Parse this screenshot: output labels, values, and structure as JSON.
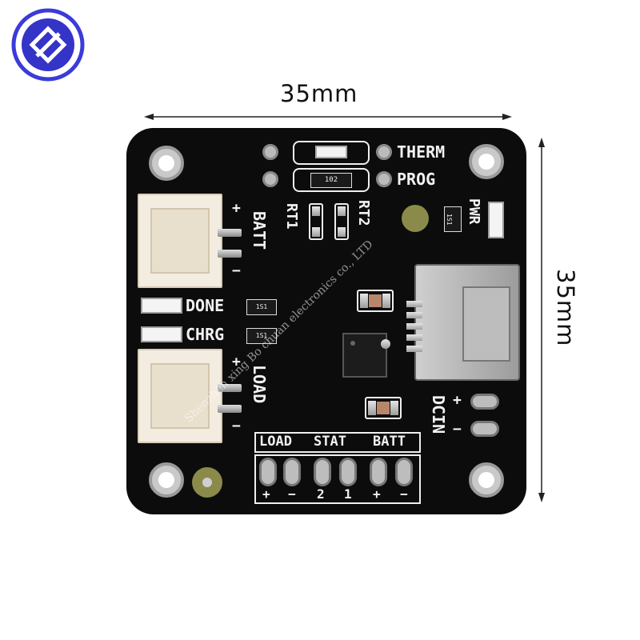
{
  "logo": {
    "name": "logo-badge"
  },
  "dimensions": {
    "width_label": "35mm",
    "height_label": "35mm"
  },
  "silkscreen": {
    "therm": "THERM",
    "prog": "PROG",
    "rt1": "RT1",
    "rt2": "RT2",
    "pwr": "PWR",
    "batt": "BATT",
    "load": "LOAD",
    "done": "DONE",
    "chrg": "CHRG",
    "dcin": "DCIN",
    "plus": "+",
    "minus": "−",
    "term_headers": [
      "LOAD",
      "STAT",
      "BATT"
    ],
    "term_pins": [
      "+",
      "−",
      "2",
      "1",
      "+",
      "−"
    ]
  },
  "resistor_codes": {
    "prog": "102",
    "pwr": "1S1",
    "done": "1S1",
    "chrg": "1S1"
  },
  "watermark": "Shenzhen xing Bo chuan electronics co., LTD",
  "colors": {
    "board": "#0c0c0c",
    "silk": "#f2f2f2",
    "connector": "#f3ece0",
    "background": "#ffffff"
  }
}
